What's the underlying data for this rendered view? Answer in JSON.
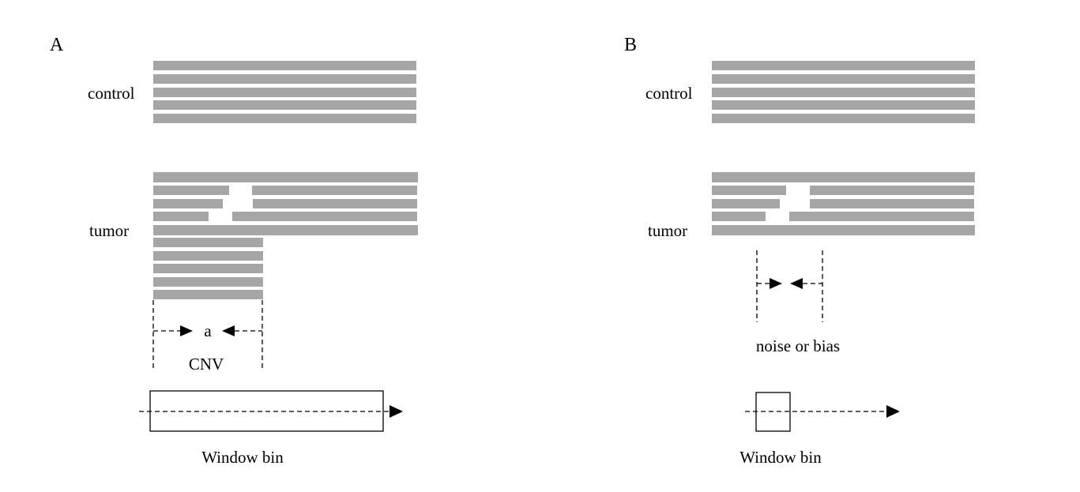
{
  "panels": [
    {
      "id": "A",
      "label": "A",
      "control_label": "control",
      "tumor_label": "tumor",
      "interval_marker": "a",
      "region_caption": "CNV",
      "window_caption": "Window bin"
    },
    {
      "id": "B",
      "label": "B",
      "control_label": "control",
      "tumor_label": "tumor",
      "interval_marker": "",
      "region_caption": "noise or bias",
      "window_caption": "Window bin"
    }
  ],
  "colors": {
    "read": "#a6a6a6",
    "line": "#000000",
    "background": "#ffffff"
  }
}
